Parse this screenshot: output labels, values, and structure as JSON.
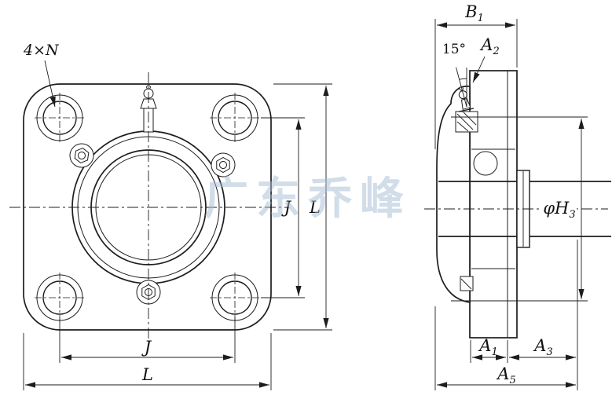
{
  "watermark": {
    "text": "广东乔峰",
    "color": "#a4bcd4"
  },
  "drawing": {
    "line_color": "#1d1d1d",
    "background": "#ffffff"
  },
  "front_view": {
    "labels": {
      "bolt_pattern": "4×N",
      "j_vertical": "J",
      "l_vertical": "L",
      "j_horizontal": "J",
      "l_horizontal": "L"
    }
  },
  "side_view": {
    "labels": {
      "b1": {
        "base": "B",
        "sub": "1"
      },
      "angle": "15°",
      "a2": {
        "base": "A",
        "sub": "2"
      },
      "h3": {
        "base": "φH",
        "sub": "3"
      },
      "a1": {
        "base": "A",
        "sub": "1"
      },
      "a3": {
        "base": "A",
        "sub": "3"
      },
      "a5": {
        "base": "A",
        "sub": "5"
      }
    }
  }
}
